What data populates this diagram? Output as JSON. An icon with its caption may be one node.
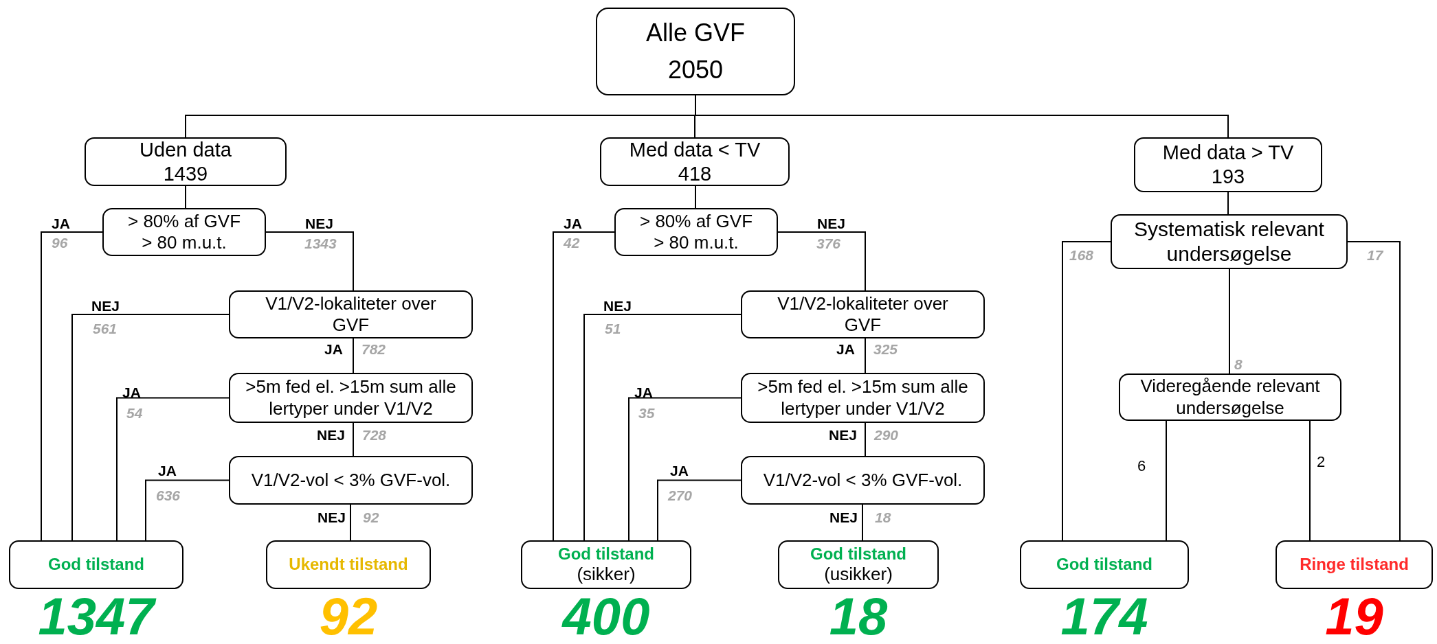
{
  "diagram": {
    "nodes": [
      {
        "text": [
          "Alle GVF",
          "2050"
        ]
      },
      {
        "text": [
          "Uden data",
          "1439"
        ]
      },
      {
        "text": [
          "Med data < TV",
          "418"
        ]
      },
      {
        "text": [
          "Med data > TV",
          "193"
        ]
      },
      {
        "text": [
          "> 80% af GVF",
          "> 80 m.u.t."
        ]
      },
      {
        "text": [
          "V1/V2-lokaliteter over GVF"
        ]
      },
      {
        "text": [
          ">5m fed el. >15m sum alle lertyper under V1/V2"
        ]
      },
      {
        "text": [
          "V1/V2-vol < 3% GVF-vol."
        ]
      },
      {
        "text": [
          "God tilstand"
        ],
        "beside": [
          "1347"
        ]
      },
      {
        "text": [
          "Ukendt tilstand"
        ],
        "beside": [
          "92"
        ]
      },
      {
        "text": [
          "> 80% af GVF",
          "> 80 m.u.t."
        ]
      },
      {
        "text": [
          "V1/V2-lokaliteter over GVF"
        ]
      },
      {
        "text": [
          ">5m fed el. >15m sum alle lertyper under V1/V2"
        ]
      },
      {
        "text": [
          "V1/V2-vol < 3% GVF-vol."
        ]
      },
      {
        "text": [
          "God tilstand",
          "(sikker)"
        ],
        "beside": [
          "400"
        ]
      },
      {
        "text": [
          "God tilstand",
          "(usikker)"
        ],
        "beside": [
          "18"
        ]
      },
      {
        "text": [
          "Systematisk relevant undersøgelse"
        ]
      },
      {
        "text": [
          "Videregående relevant undersøgelse"
        ]
      },
      {
        "text": [
          "God tilstand"
        ],
        "beside": [
          "174"
        ]
      },
      {
        "text": [
          "Ringe tilstand"
        ],
        "beside": [
          "19"
        ]
      }
    ],
    "edges": [
      {
        "from": 0,
        "to": 1,
        "arrow": "none"
      },
      {
        "from": 0,
        "to": 2,
        "arrow": "none"
      },
      {
        "from": 0,
        "to": 3,
        "arrow": "none"
      },
      {
        "from": 1,
        "to": 4,
        "arrow": "none"
      },
      {
        "from": 2,
        "to": 10,
        "arrow": "none"
      },
      {
        "from": 3,
        "to": 16,
        "arrow": "none"
      },
      {
        "from": 4,
        "to": 8,
        "arrow": "none",
        "label": "JA"
      },
      {
        "from": 4,
        "to": 5,
        "arrow": "none",
        "label": "NEJ"
      },
      {
        "from": 5,
        "to": 8,
        "arrow": "none",
        "label": "NEJ"
      },
      {
        "from": 5,
        "to": 6,
        "arrow": "none",
        "label": "JA"
      },
      {
        "from": 6,
        "to": 8,
        "arrow": "none",
        "label": "JA"
      },
      {
        "from": 6,
        "to": 7,
        "arrow": "none",
        "label": "NEJ"
      },
      {
        "from": 7,
        "to": 8,
        "arrow": "none",
        "label": "JA"
      },
      {
        "from": 7,
        "to": 9,
        "arrow": "none",
        "label": "NEJ"
      },
      {
        "from": 10,
        "to": 14,
        "arrow": "none",
        "label": "JA"
      },
      {
        "from": 10,
        "to": 11,
        "arrow": "none",
        "label": "NEJ"
      },
      {
        "from": 11,
        "to": 14,
        "arrow": "none",
        "label": "NEJ"
      },
      {
        "from": 11,
        "to": 12,
        "arrow": "none",
        "label": "JA"
      },
      {
        "from": 12,
        "to": 14,
        "arrow": "none",
        "label": "JA"
      },
      {
        "from": 12,
        "to": 13,
        "arrow": "none",
        "label": "NEJ"
      },
      {
        "from": 13,
        "to": 14,
        "arrow": "none",
        "label": "JA"
      },
      {
        "from": 13,
        "to": 15,
        "arrow": "none",
        "label": "NEJ"
      },
      {
        "from": 16,
        "to": 18,
        "arrow": "none"
      },
      {
        "from": 16,
        "to": 19,
        "arrow": "none"
      },
      {
        "from": 16,
        "to": 17,
        "arrow": "none"
      },
      {
        "from": 17,
        "to": 18,
        "arrow": "none",
        "label": "6"
      },
      {
        "from": 17,
        "to": 19,
        "arrow": "none",
        "label": "2"
      }
    ],
    "labels": [
      "96",
      "1343",
      "561",
      "782",
      "54",
      "728",
      "636",
      "92",
      "42",
      "376",
      "51",
      "325",
      "35",
      "290",
      "270",
      "18",
      "168",
      "17",
      "8"
    ]
  }
}
